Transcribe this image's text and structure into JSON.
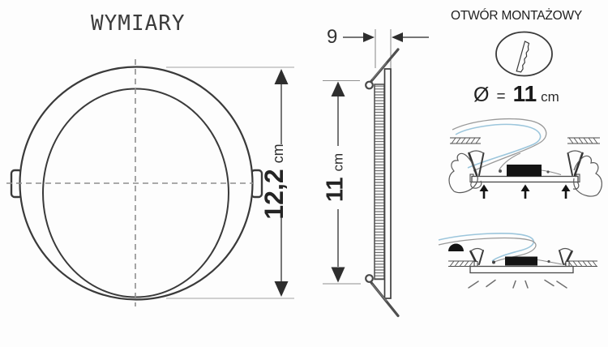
{
  "title": "WYMIARY",
  "front_view": {
    "diameter_value": "12,2",
    "diameter_unit": "cm"
  },
  "side_view": {
    "thickness_value": "9",
    "height_value": "11",
    "height_unit": "cm"
  },
  "mounting_hole": {
    "heading": "OTWÓR MONTAŻOWY",
    "diameter_symbol": "Ø",
    "equals_sign": "=",
    "value": "11",
    "unit": "cm"
  },
  "colors": {
    "line": "#3a3a3a",
    "dashed_centerline": "#8f8f8f",
    "dimension_line": "#4a4a4a",
    "reference_line": "#b5b5b5",
    "wire_blue": "#9cc6dc",
    "wire_gray": "#999999",
    "solid_black": "#141414",
    "background": "#fdfdfd"
  },
  "icons": [
    {
      "name": "saw-blade-icon"
    },
    {
      "name": "up-arrow-icon"
    },
    {
      "name": "light-rays-icon"
    }
  ]
}
